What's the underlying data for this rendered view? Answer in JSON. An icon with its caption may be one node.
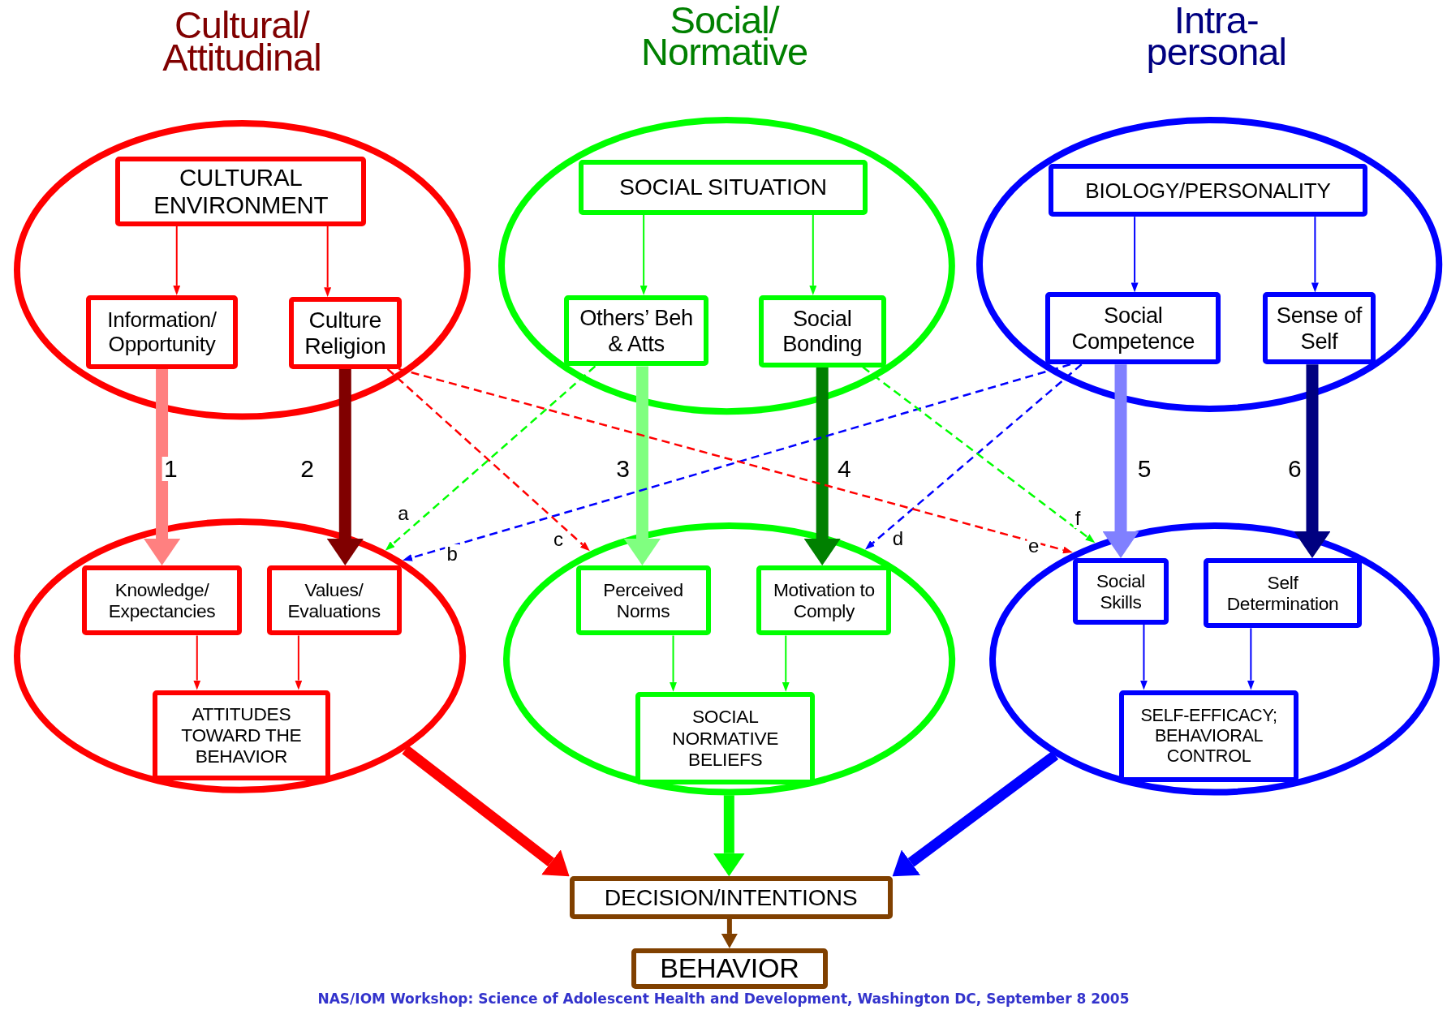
{
  "diagram": {
    "caption": "NAS/IOM Workshop: Science of Adolescent Health and Development, Washington DC, September 8 2005",
    "nodes": [
      {
        "text": [],
        "shape": "ellipse"
      },
      {
        "text": [
          "CULTURAL ENVIRONMENT"
        ],
        "in": 0
      },
      {
        "text": [
          "Information/ Opportunity"
        ],
        "in": 0
      },
      {
        "text": [
          "Culture Religion"
        ],
        "in": 0
      },
      {
        "text": [],
        "shape": "ellipse"
      },
      {
        "text": [
          "SOCIAL SITUATION"
        ],
        "in": 4
      },
      {
        "text": [
          "Others’ Beh & Atts"
        ],
        "in": 4
      },
      {
        "text": [
          "Social Bonding"
        ],
        "in": 4
      },
      {
        "text": [],
        "shape": "ellipse"
      },
      {
        "text": [
          "BIOLOGY/PERSONALITY"
        ],
        "in": 8
      },
      {
        "text": [
          "Social Competence"
        ],
        "in": 8
      },
      {
        "text": [
          "Sense of Self"
        ],
        "in": 8
      },
      {
        "text": [],
        "shape": "ellipse"
      },
      {
        "text": [
          "Knowledge/ Expectancies"
        ],
        "in": 12
      },
      {
        "text": [
          "Values/ Evaluations"
        ],
        "in": 12
      },
      {
        "text": [
          "ATTITUDES TOWARD THE BEHAVIOR"
        ],
        "in": 12
      },
      {
        "text": [],
        "shape": "ellipse"
      },
      {
        "text": [
          "Perceived Norms"
        ],
        "in": 16
      },
      {
        "text": [
          "Motivation to Comply"
        ],
        "in": 16
      },
      {
        "text": [
          "SOCIAL NORMATIVE BELIEFS"
        ],
        "in": 16
      },
      {
        "text": [],
        "shape": "ellipse"
      },
      {
        "text": [
          "Social Skills"
        ],
        "in": 20
      },
      {
        "text": [
          "Self Determination"
        ],
        "in": 20
      },
      {
        "text": [
          "SELF-EFFICACY; BEHAVIORAL CONTROL"
        ],
        "in": 20
      },
      {
        "text": [
          "DECISION/INTENTIONS"
        ]
      },
      {
        "text": [
          "BEHAVIOR"
        ]
      }
    ],
    "edges": [
      {
        "from": 1,
        "to": 2,
        "arrow": "to",
        "color": "#ff0000"
      },
      {
        "from": 1,
        "to": 3,
        "arrow": "to",
        "color": "#ff0000"
      },
      {
        "from": 5,
        "to": 6,
        "arrow": "to",
        "color": "#00ff00"
      },
      {
        "from": 5,
        "to": 7,
        "arrow": "to",
        "color": "#00ff00"
      },
      {
        "from": 9,
        "to": 10,
        "arrow": "to",
        "color": "#0000ff"
      },
      {
        "from": 9,
        "to": 11,
        "arrow": "to",
        "color": "#0000ff"
      },
      {
        "from": 2,
        "to": 13,
        "arrow": "to",
        "label": "1",
        "style": "thick",
        "color": "#ff8080"
      },
      {
        "from": 3,
        "to": 14,
        "arrow": "to",
        "label": "2",
        "style": "thick",
        "color": "#800000"
      },
      {
        "from": 6,
        "to": 17,
        "arrow": "to",
        "label": "3",
        "style": "thick",
        "color": "#80ff80"
      },
      {
        "from": 7,
        "to": 18,
        "arrow": "to",
        "label": "4",
        "style": "thick",
        "color": "#008000"
      },
      {
        "from": 10,
        "to": 21,
        "arrow": "to",
        "label": "5",
        "style": "thick",
        "color": "#8080ff"
      },
      {
        "from": 11,
        "to": 22,
        "arrow": "to",
        "label": "6",
        "style": "thick",
        "color": "#000080"
      },
      {
        "from": 6,
        "to": 12,
        "arrow": "to",
        "label": "a",
        "style": "dashed",
        "color": "#00ff00"
      },
      {
        "from": 10,
        "to": 12,
        "arrow": "to",
        "label": "b",
        "style": "dashed",
        "color": "#0000ff"
      },
      {
        "from": 3,
        "to": 16,
        "arrow": "to",
        "label": "c",
        "style": "dashed",
        "color": "#ff0000"
      },
      {
        "from": 10,
        "to": 16,
        "arrow": "to",
        "label": "d",
        "style": "dashed",
        "color": "#0000ff"
      },
      {
        "from": 3,
        "to": 20,
        "arrow": "to",
        "label": "e",
        "style": "dashed",
        "color": "#ff0000"
      },
      {
        "from": 7,
        "to": 20,
        "arrow": "to",
        "label": "f",
        "style": "dashed",
        "color": "#00ff00"
      },
      {
        "from": 13,
        "to": 15,
        "arrow": "to",
        "color": "#ff0000"
      },
      {
        "from": 14,
        "to": 15,
        "arrow": "to",
        "color": "#ff0000"
      },
      {
        "from": 17,
        "to": 19,
        "arrow": "to",
        "color": "#00ff00"
      },
      {
        "from": 18,
        "to": 19,
        "arrow": "to",
        "color": "#00ff00"
      },
      {
        "from": 21,
        "to": 23,
        "arrow": "to",
        "color": "#0000ff"
      },
      {
        "from": 22,
        "to": 23,
        "arrow": "to",
        "color": "#0000ff"
      },
      {
        "from": 12,
        "to": 24,
        "arrow": "to",
        "style": "thick",
        "color": "#ff0000"
      },
      {
        "from": 16,
        "to": 24,
        "arrow": "to",
        "style": "thick",
        "color": "#00ff00"
      },
      {
        "from": 20,
        "to": 24,
        "arrow": "to",
        "style": "thick",
        "color": "#0000ff"
      },
      {
        "from": 24,
        "to": 25,
        "arrow": "to",
        "style": "thick",
        "color": "#804000"
      }
    ],
    "labels": [
      "Cultural/ Attitudinal",
      "Social/ Normative",
      "Intra- personal"
    ]
  }
}
